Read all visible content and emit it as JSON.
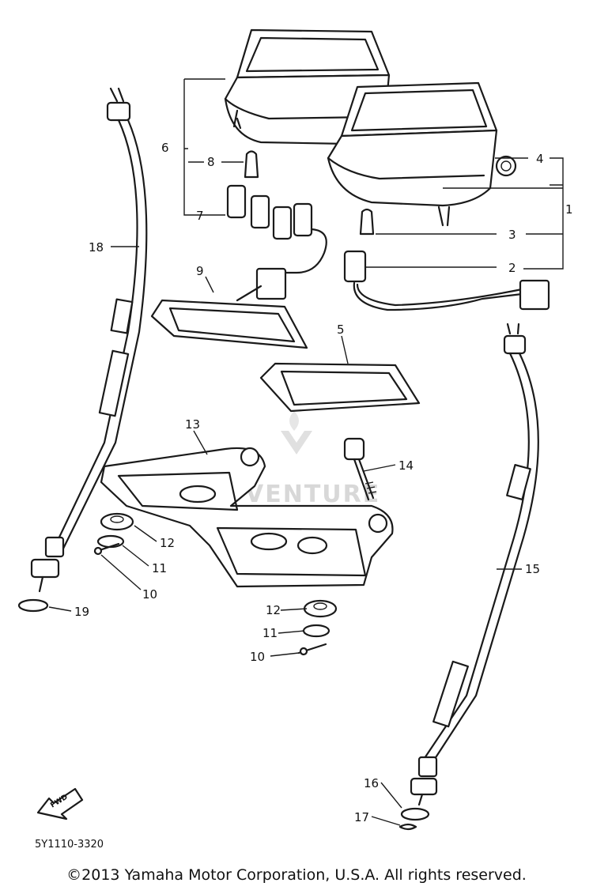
{
  "diagram": {
    "part_numbers": [
      "1",
      "2",
      "3",
      "4",
      "5",
      "6",
      "7",
      "8",
      "9",
      "10",
      "10",
      "11",
      "11",
      "12",
      "12",
      "13",
      "14",
      "15",
      "16",
      "17",
      "18",
      "19"
    ],
    "diagram_code": "5Y1110-3320",
    "fwd_label": "FWD",
    "watermark": "VENTURE",
    "copyright": "©2013 Yamaha Motor Corporation, U.S.A. All rights reserved."
  }
}
